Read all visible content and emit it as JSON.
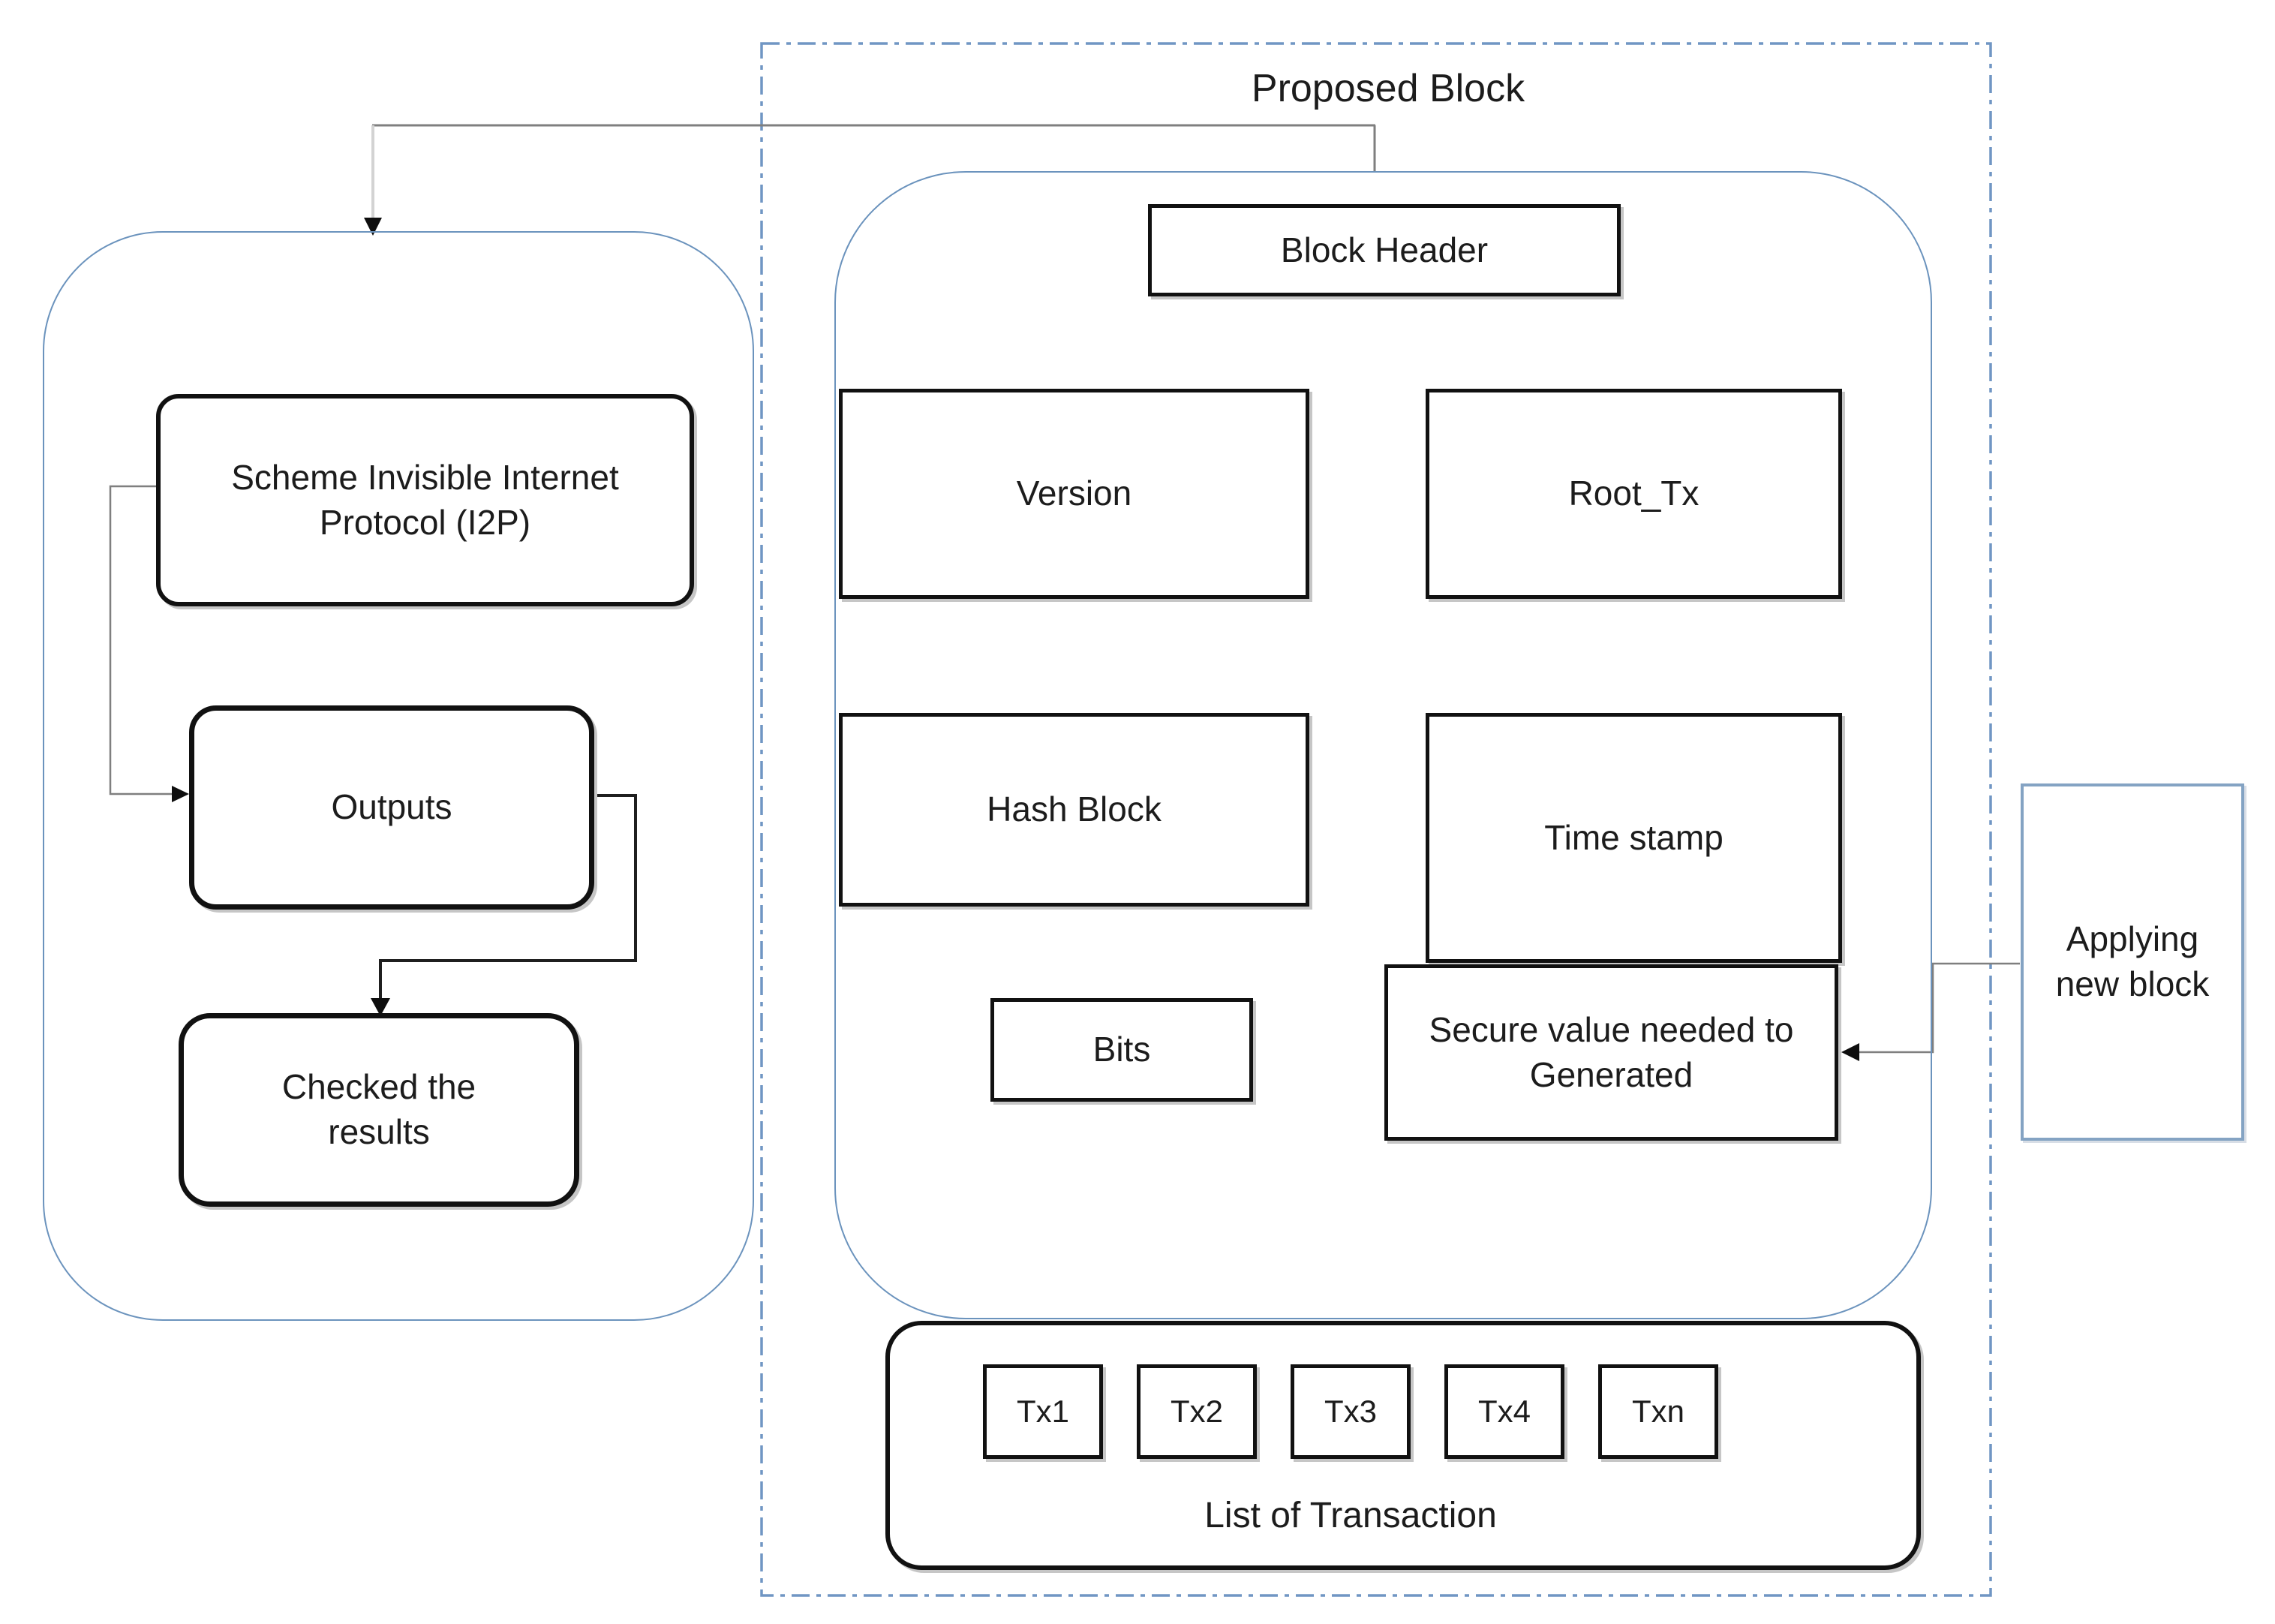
{
  "diagram_title": "Proposed Block",
  "left_flow": {
    "scheme": "Scheme Invisible Internet Protocol (I2P)",
    "outputs": "Outputs",
    "checked": "Checked the results"
  },
  "block_header": {
    "title": "Block Header",
    "version": "Version",
    "root_tx": "Root_Tx",
    "hash_block": "Hash Block",
    "time_stamp": "Time stamp",
    "bits": "Bits",
    "secure_value": "Secure value needed to Generated"
  },
  "transactions": {
    "label": "List of Transaction",
    "items": [
      "Tx1",
      "Tx2",
      "Tx3",
      "Tx4",
      "Txn"
    ]
  },
  "side_note": "Applying new block",
  "colors": {
    "container_border": "#6b93bd",
    "dashed_border": "#7096c4",
    "box_border": "#111111",
    "connector_gray": "#7f7f7f",
    "side_box_border": "#84a3c3"
  }
}
